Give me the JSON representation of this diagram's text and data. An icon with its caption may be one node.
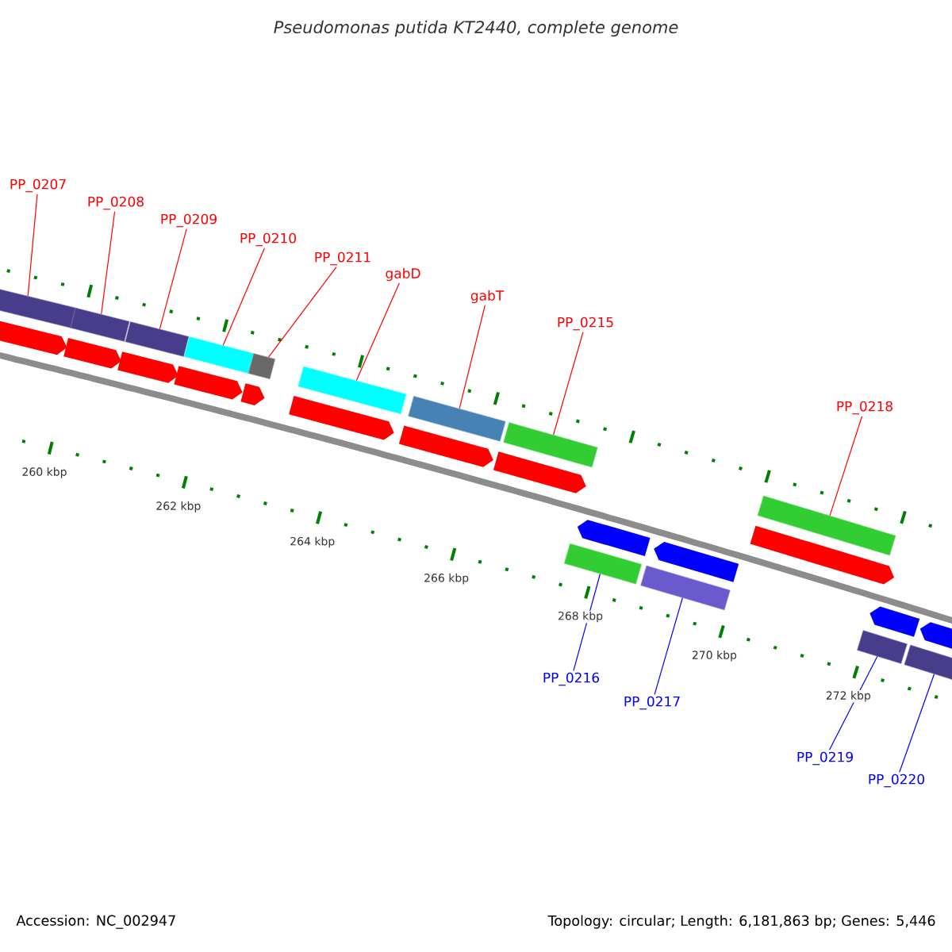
{
  "diagram": {
    "title": "Pseudomonas putida KT2440, complete genome",
    "nodes": [
      {
        "text": [
          "PP_0207"
        ]
      },
      {
        "text": [
          "PP_0208"
        ]
      },
      {
        "text": [
          "PP_0209"
        ]
      },
      {
        "text": [
          "PP_0210"
        ]
      },
      {
        "text": [
          "PP_0211"
        ]
      },
      {
        "text": [
          "gabD"
        ]
      },
      {
        "text": [
          "gabT"
        ]
      },
      {
        "text": [
          "PP_0215"
        ]
      },
      {
        "text": [
          "PP_0218"
        ]
      },
      {
        "text": [
          "PP_0216"
        ]
      },
      {
        "text": [
          "PP_0217"
        ]
      },
      {
        "text": [
          "PP_0219"
        ]
      },
      {
        "text": [
          "PP_0220"
        ]
      },
      {
        "text": [],
        "shape": "box"
      },
      {
        "text": [],
        "shape": "box"
      },
      {
        "text": [],
        "shape": "box"
      },
      {
        "text": [],
        "shape": "box"
      },
      {
        "text": [],
        "shape": "box"
      },
      {
        "text": [],
        "shape": "box"
      },
      {
        "text": [],
        "shape": "box"
      },
      {
        "text": [],
        "shape": "box"
      },
      {
        "text": [],
        "shape": "box"
      },
      {
        "text": [],
        "shape": "box"
      },
      {
        "text": [],
        "shape": "box"
      },
      {
        "text": [],
        "shape": "box"
      },
      {
        "text": [],
        "shape": "box"
      },
      {
        "text": [],
        "shape": "arrow"
      },
      {
        "text": [],
        "shape": "arrow"
      },
      {
        "text": [],
        "shape": "arrow"
      },
      {
        "text": [],
        "shape": "arrow"
      },
      {
        "text": [],
        "shape": "arrow"
      },
      {
        "text": [],
        "shape": "arrow"
      },
      {
        "text": [],
        "shape": "arrow"
      },
      {
        "text": [],
        "shape": "arrow"
      },
      {
        "text": [],
        "shape": "arrow"
      },
      {
        "text": [],
        "shape": "arrow"
      },
      {
        "text": [],
        "shape": "arrow"
      },
      {
        "text": [],
        "shape": "arrow"
      },
      {
        "text": [],
        "shape": "arrow"
      }
    ],
    "edges": [
      {
        "from": 0,
        "to": 13,
        "arrow": "none"
      },
      {
        "from": 1,
        "to": 14,
        "arrow": "none"
      },
      {
        "from": 2,
        "to": 15,
        "arrow": "none"
      },
      {
        "from": 3,
        "to": 16,
        "arrow": "none"
      },
      {
        "from": 4,
        "to": 17,
        "arrow": "none"
      },
      {
        "from": 5,
        "to": 18,
        "arrow": "none"
      },
      {
        "from": 6,
        "to": 19,
        "arrow": "none"
      },
      {
        "from": 7,
        "to": 20,
        "arrow": "none"
      },
      {
        "from": 8,
        "to": 21,
        "arrow": "none"
      },
      {
        "from": 9,
        "to": 22,
        "arrow": "none",
        "color": "#0000ff"
      },
      {
        "from": 10,
        "to": 23,
        "arrow": "none",
        "color": "#0000ff"
      },
      {
        "from": 11,
        "to": 24,
        "arrow": "none",
        "color": "#0000ff"
      },
      {
        "from": 12,
        "to": 25,
        "arrow": "none",
        "color": "#0000ff"
      }
    ],
    "labels": [
      "260 kbp",
      "262 kbp",
      "264 kbp",
      "266 kbp",
      "268 kbp",
      "270 kbp",
      "272 kbp",
      "Accession: NC_002947",
      "Topology: circular; Length: 6,181,863 bp; Genes: 5,446"
    ]
  }
}
